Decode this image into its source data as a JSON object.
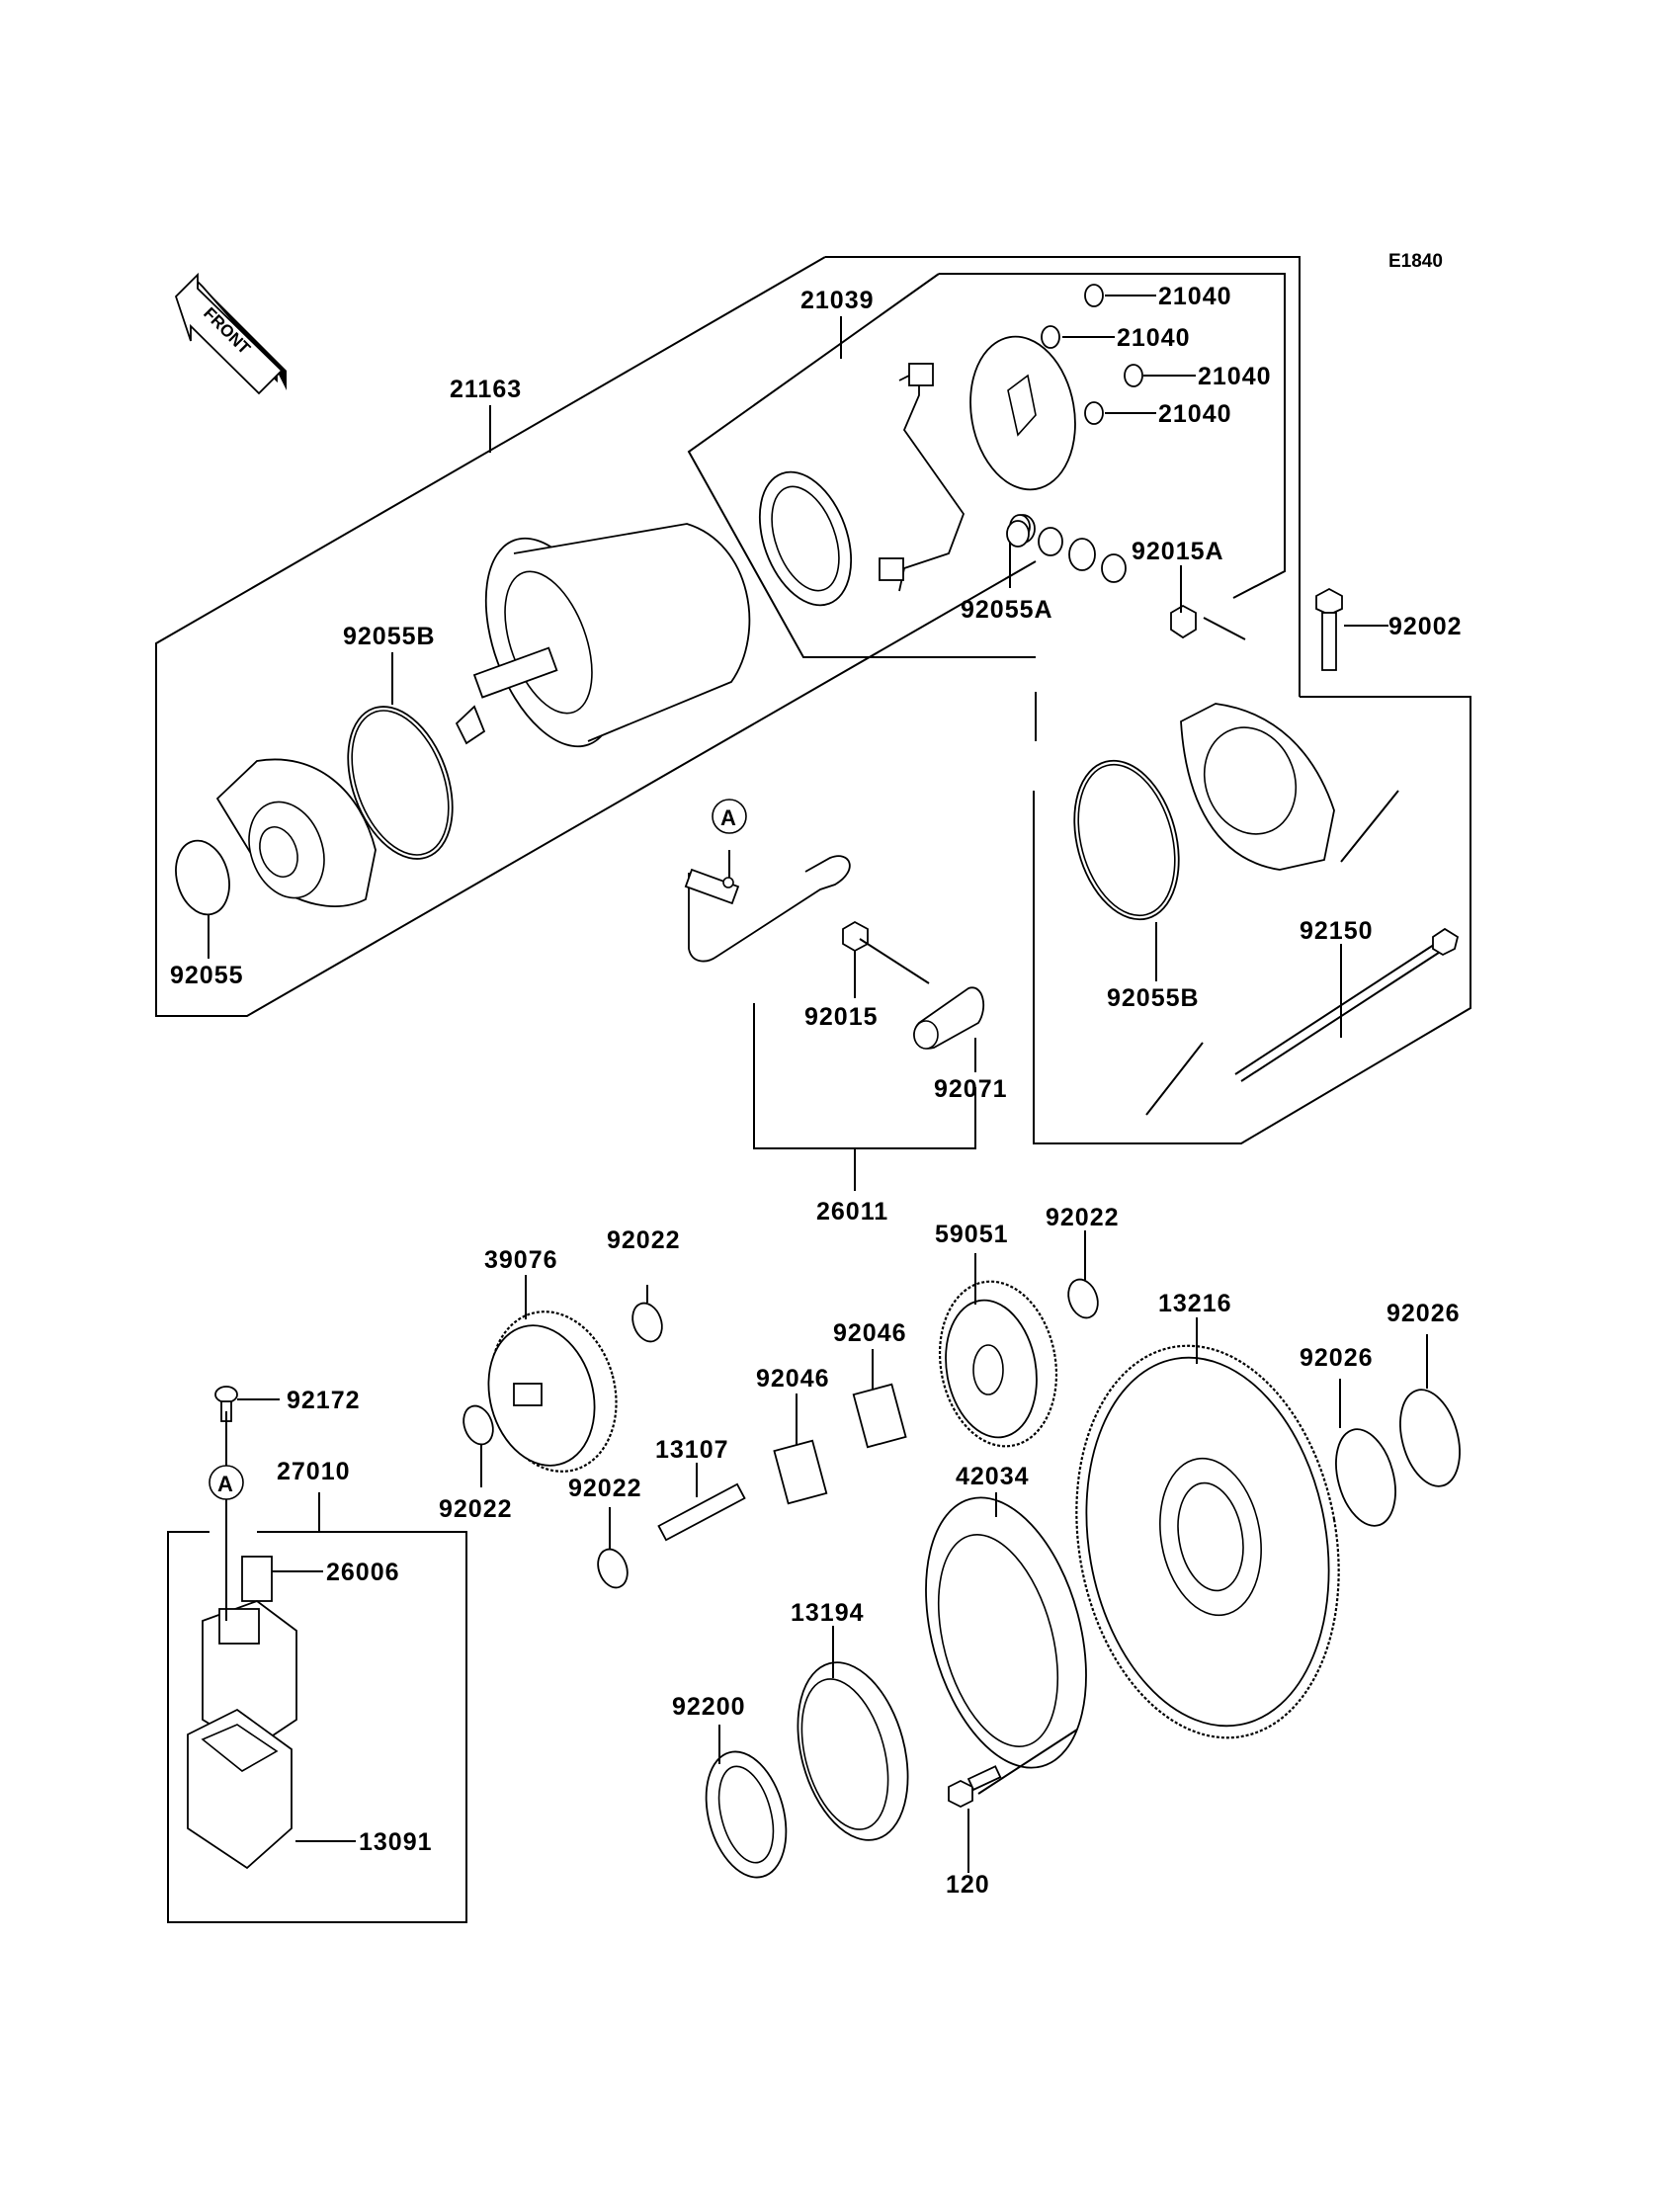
{
  "diagram": {
    "code": "E1840",
    "front_arrow_text": "FRONT",
    "ref_marker": "A",
    "labels": {
      "p21163": "21163",
      "p21039": "21039",
      "p21040_1": "21040",
      "p21040_2": "21040",
      "p21040_3": "21040",
      "p21040_4": "21040",
      "p92055B_1": "92055B",
      "p92055A": "92055A",
      "p92015A": "92015A",
      "p92002": "92002",
      "p92055": "92055",
      "p92015": "92015",
      "p92071": "92071",
      "p92055B_2": "92055B",
      "p92150": "92150",
      "p26011": "26011",
      "p39076": "39076",
      "p92022_1": "92022",
      "p59051": "59051",
      "p92022_2": "92022",
      "p13216": "13216",
      "p92026_1": "92026",
      "p92026_2": "92026",
      "p92046_1": "92046",
      "p92046_2": "92046",
      "p92172": "92172",
      "p92022_3": "92022",
      "p13107": "13107",
      "p92022_4": "92022",
      "p42034": "42034",
      "p27010": "27010",
      "p26006": "26006",
      "p13194": "13194",
      "p92200": "92200",
      "p13091": "13091",
      "p120": "120"
    }
  }
}
